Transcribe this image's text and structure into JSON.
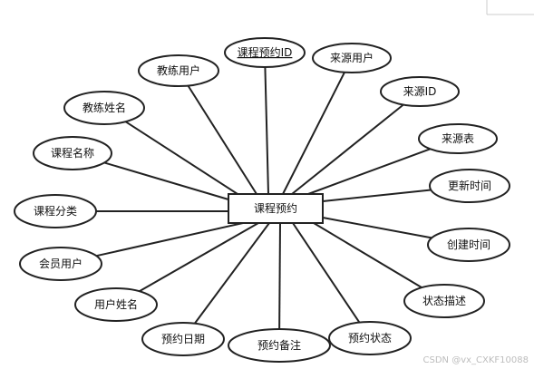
{
  "diagram": {
    "entity": "课程预约",
    "attributes": [
      {
        "label": "课程预约ID",
        "primary_key": true
      },
      {
        "label": "来源用户"
      },
      {
        "label": "来源ID"
      },
      {
        "label": "来源表"
      },
      {
        "label": "更新时间"
      },
      {
        "label": "创建时间"
      },
      {
        "label": "状态描述"
      },
      {
        "label": "预约状态"
      },
      {
        "label": "预约备注"
      },
      {
        "label": "预约日期"
      },
      {
        "label": "用户姓名"
      },
      {
        "label": "会员用户"
      },
      {
        "label": "课程分类"
      },
      {
        "label": "课程名称"
      },
      {
        "label": "教练姓名"
      },
      {
        "label": "教练用户"
      }
    ]
  },
  "watermark": "CSDN @vx_CXKF10088",
  "colors": {
    "stroke": "#222222",
    "background": "#ffffff",
    "watermark": "#bdbdbd"
  }
}
